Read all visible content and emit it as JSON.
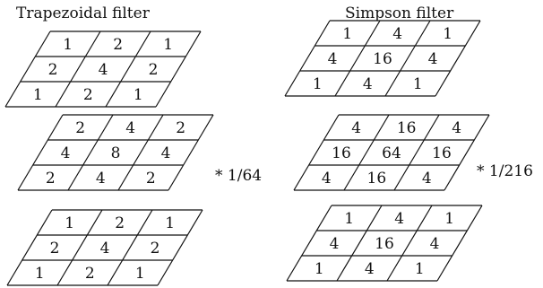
{
  "filters": [
    {
      "title": "Trapezoidal filter",
      "scale": "* 1/64",
      "layers": [
        [
          [
            "1",
            "2",
            "1"
          ],
          [
            "2",
            "4",
            "2"
          ],
          [
            "1",
            "2",
            "1"
          ]
        ],
        [
          [
            "2",
            "4",
            "2"
          ],
          [
            "4",
            "8",
            "4"
          ],
          [
            "2",
            "4",
            "2"
          ]
        ],
        [
          [
            "1",
            "2",
            "1"
          ],
          [
            "2",
            "4",
            "2"
          ],
          [
            "1",
            "2",
            "1"
          ]
        ]
      ]
    },
    {
      "title": "Simpson filter",
      "scale": "* 1/216",
      "layers": [
        [
          [
            "1",
            "4",
            "1"
          ],
          [
            "4",
            "16",
            "4"
          ],
          [
            "1",
            "4",
            "1"
          ]
        ],
        [
          [
            "4",
            "16",
            "4"
          ],
          [
            "16",
            "64",
            "16"
          ],
          [
            "4",
            "16",
            "4"
          ]
        ],
        [
          [
            "1",
            "4",
            "1"
          ],
          [
            "4",
            "16",
            "4"
          ],
          [
            "1",
            "4",
            "1"
          ]
        ]
      ]
    }
  ]
}
